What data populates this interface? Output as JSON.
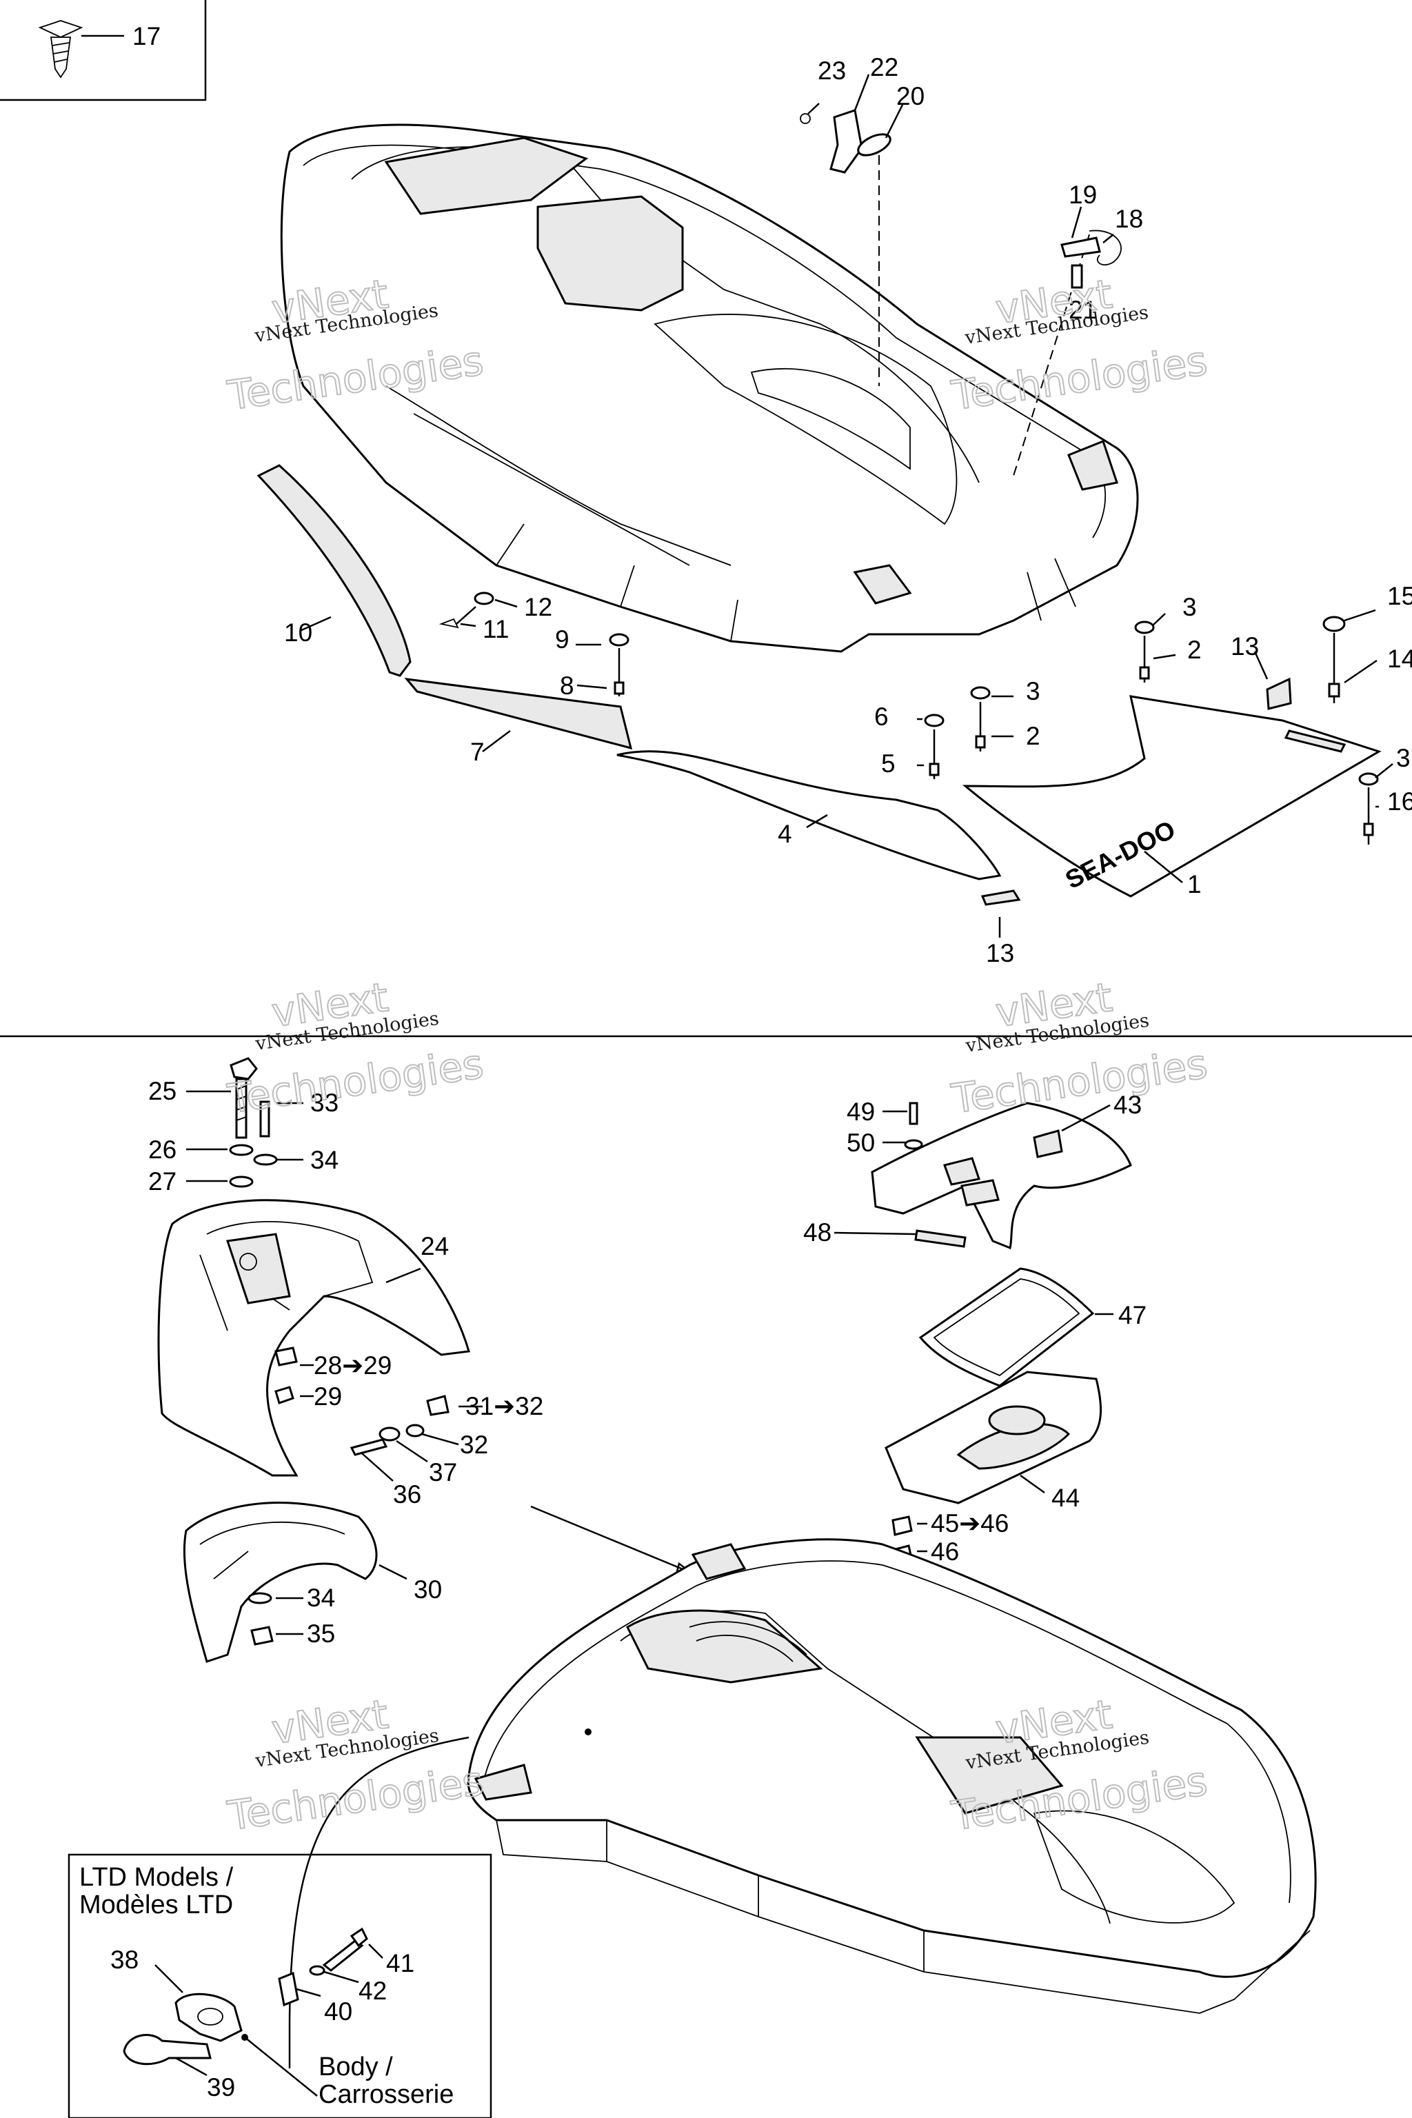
{
  "watermark": {
    "line1": "vNext Technologies",
    "line2": "vNext",
    "line3": "Technologies"
  },
  "callouts": [
    "17",
    "23",
    "22",
    "20",
    "19",
    "18",
    "21",
    "12",
    "11",
    "10",
    "9",
    "8",
    "7",
    "4",
    "6",
    "5",
    "3",
    "2",
    "13",
    "15",
    "14",
    "16",
    "1",
    "25",
    "33",
    "26",
    "34",
    "27",
    "24",
    "28➔29",
    "29",
    "31➔32",
    "32",
    "37",
    "36",
    "30",
    "35",
    "49",
    "43",
    "50",
    "48",
    "47",
    "44",
    "45➔46",
    "46",
    "38",
    "41",
    "42",
    "40",
    "39"
  ],
  "ltd_box": {
    "title_line1": "LTD Models /",
    "title_line2": "Modèles LTD",
    "body_line1": "Body /",
    "body_line2": "Carrosserie"
  },
  "decal_text": "SEA-DOO"
}
